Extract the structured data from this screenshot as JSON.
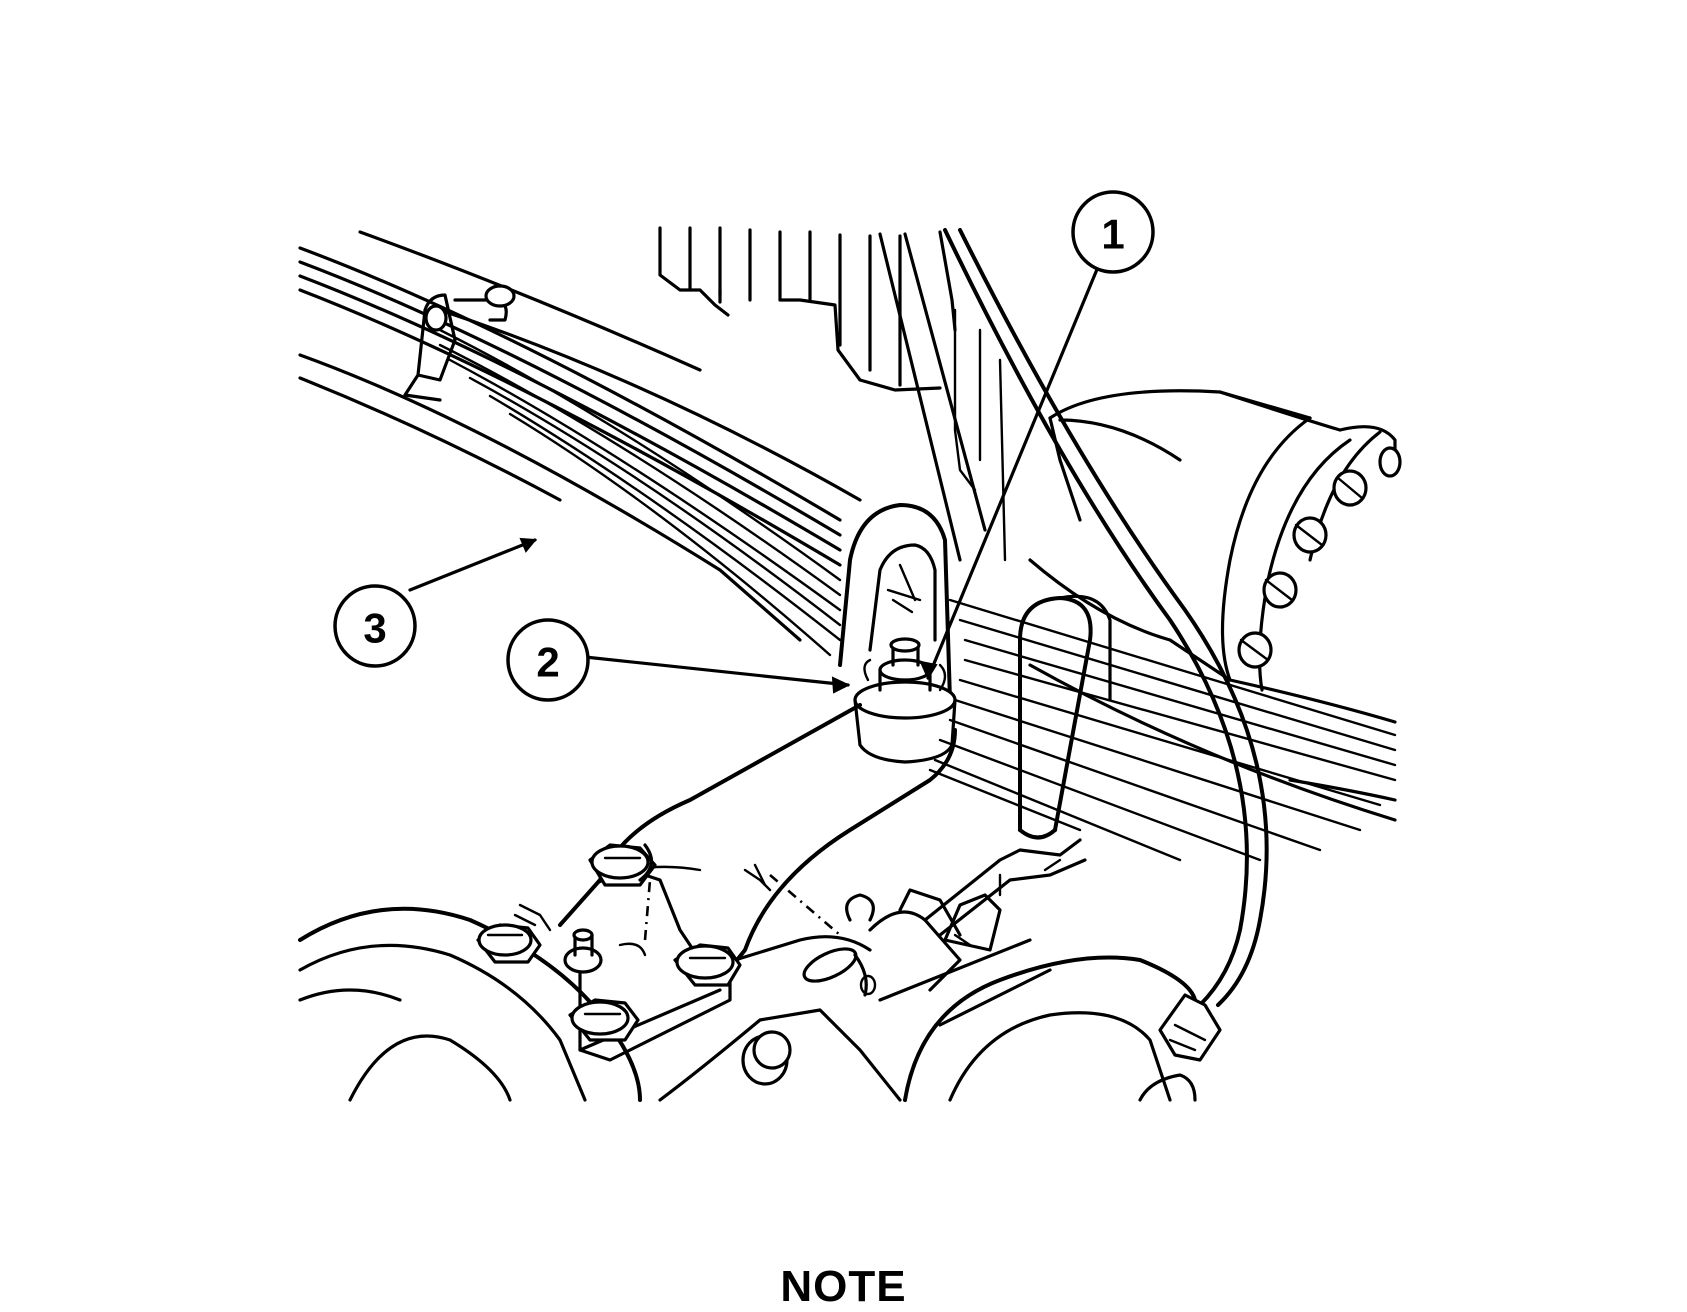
{
  "callouts": [
    {
      "label": "1"
    },
    {
      "label": "2"
    },
    {
      "label": "3"
    }
  ],
  "note_heading": "NOTE"
}
